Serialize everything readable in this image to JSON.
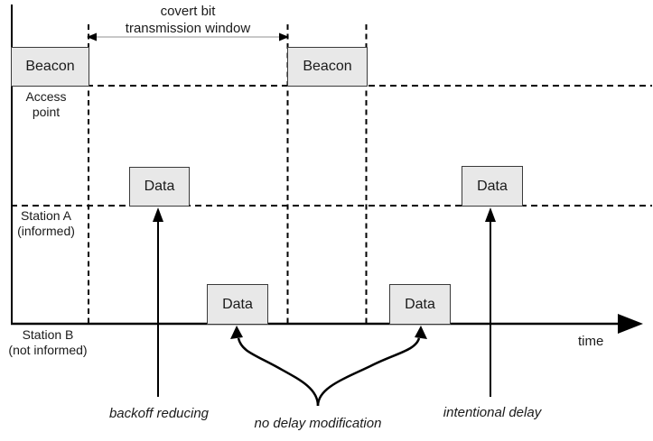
{
  "diagram": {
    "window_label": {
      "line1": "covert bit",
      "line2": "transmission window"
    },
    "lanes": {
      "access_point": {
        "line1": "Access",
        "line2": "point"
      },
      "station_a": {
        "line1": "Station A",
        "line2": "(informed)"
      },
      "station_b": {
        "line1": "Station B",
        "line2": "(not informed)"
      }
    },
    "boxes": {
      "beacon1": "Beacon",
      "beacon2": "Beacon",
      "data_a1": "Data",
      "data_a2": "Data",
      "data_b1": "Data",
      "data_b2": "Data"
    },
    "annotations": {
      "backoff": "backoff reducing",
      "no_delay": "no delay modification",
      "intentional_delay": "intentional delay"
    },
    "axis": {
      "time_label": "time"
    },
    "colors": {
      "background": "#ffffff",
      "box_fill": "#e8e8e8",
      "box_border": "#3a3a3a",
      "line": "#000000",
      "window_arrow_line": "#909090",
      "text": "#1a1a1a"
    }
  }
}
